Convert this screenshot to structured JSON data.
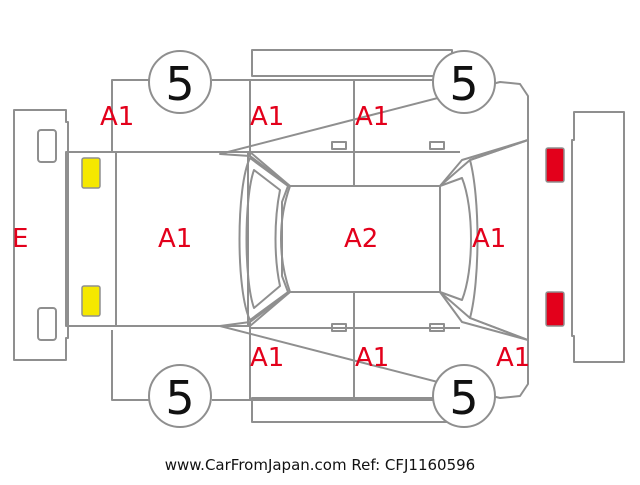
{
  "colors": {
    "outline": "#8f8f8f",
    "label": "#e3001b",
    "front_lamp": "#f5e800",
    "rear_lamp": "#e3001b"
  },
  "labels": {
    "bumper_front": "E",
    "front_left_fender": "A1",
    "front_left_door": "A1",
    "rear_left_door": "A1",
    "hood": "A1",
    "roof": "A2",
    "trunk": "A1",
    "front_right_door": "A1",
    "rear_right_door": "A1",
    "rear_right_quarter": "A1"
  },
  "tires": {
    "front_left": "5",
    "rear_left": "5",
    "front_right": "5",
    "rear_right": "5"
  },
  "footer": "www.CarFromJapan.com Ref: CFJ1160596"
}
